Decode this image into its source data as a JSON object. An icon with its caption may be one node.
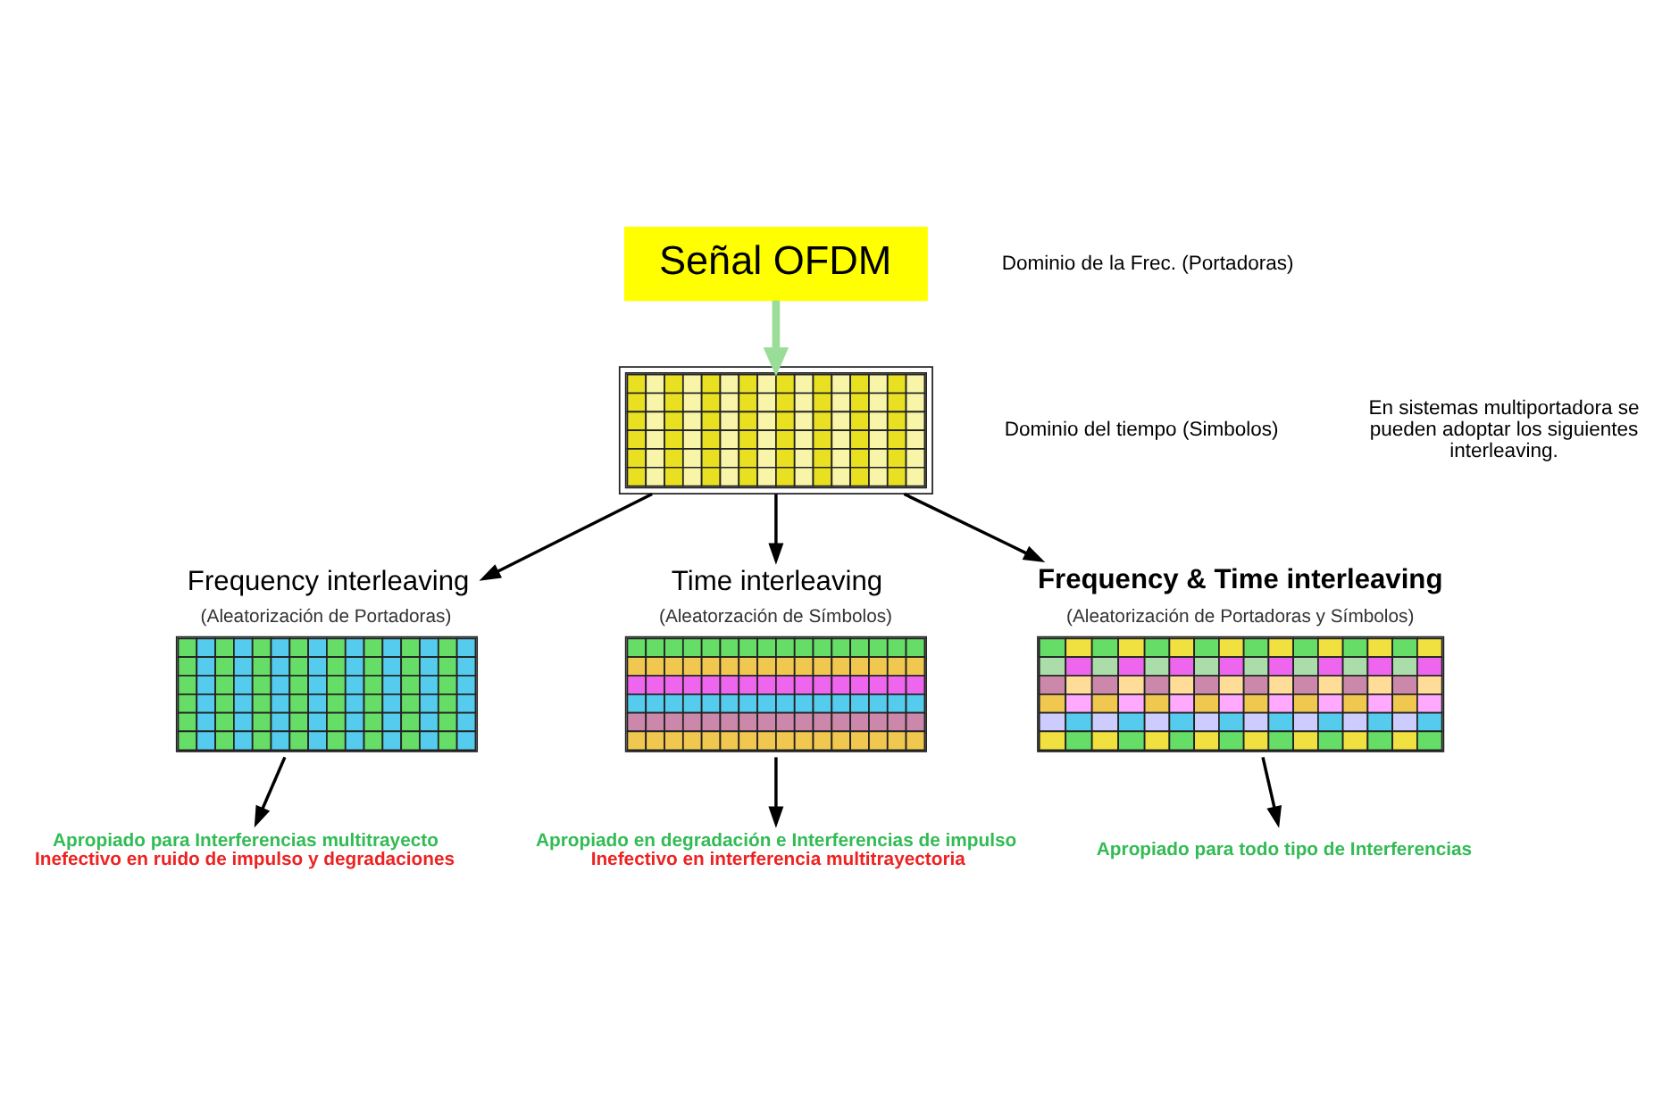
{
  "diagram": {
    "nodes": [
      {
        "text": [
          "Señal OFDM"
        ]
      },
      {
        "text": [],
        "shape": "box"
      },
      {
        "text": [
          "Frequency interleaving",
          "(Aleatorización de Portadoras)"
        ]
      },
      {
        "text": [
          "Time interleaving",
          "(Aleatorzación de Símbolos)"
        ]
      },
      {
        "text": [
          "Frequency & Time interleaving",
          "(Aleatorización de Portadoras y Símbolos)"
        ]
      },
      {
        "text": [
          "Apropiado para Interferencias multitrayecto",
          "Inefectivo en ruido de impulso y degradaciones"
        ]
      },
      {
        "text": [
          "Apropiado en degradación e Interferencias de impulso",
          "Inefectivo en interferencia multitrayectoria"
        ]
      },
      {
        "text": [
          "Apropiado para todo tipo de Interferencias"
        ]
      }
    ],
    "edges": [
      {
        "from": 0,
        "to": 1,
        "arrow": "to",
        "style": "thick",
        "color": "#99dd99"
      },
      {
        "from": 1,
        "to": 2,
        "arrow": "to"
      },
      {
        "from": 1,
        "to": 3,
        "arrow": "to"
      },
      {
        "from": 1,
        "to": 4,
        "arrow": "to"
      },
      {
        "from": 2,
        "to": 5,
        "arrow": "to"
      },
      {
        "from": 3,
        "to": 6,
        "arrow": "to"
      },
      {
        "from": 4,
        "to": 7,
        "arrow": "to"
      }
    ],
    "labels": [
      "Dominio de la Frec. (Portadoras)",
      "Dominio del tiempo (Simbolos)",
      "En sistemas multiportadora se pueden adoptar los siguientes interleaving."
    ]
  }
}
